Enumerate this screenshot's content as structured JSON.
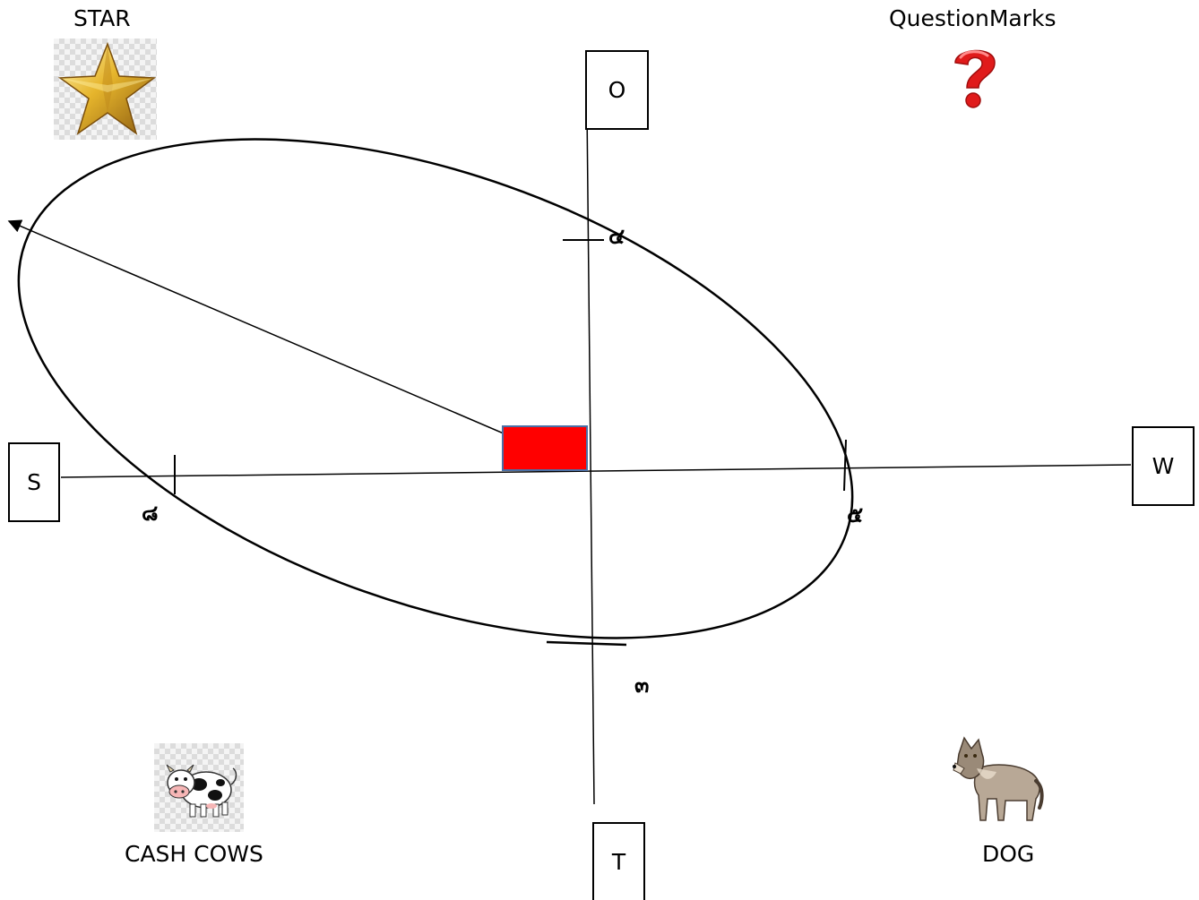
{
  "quadrants": {
    "star": "STAR",
    "question_marks": "QuestionMarks",
    "cash_cows": "CASH COWS",
    "dog": "DOG"
  },
  "axis_boxes": {
    "top": "O",
    "bottom": "T",
    "left": "S",
    "right": "W"
  },
  "tick_labels": {
    "top": "๔",
    "right": "๕",
    "bottom": "๓",
    "left": "๘"
  },
  "icons": {
    "star": "star-icon",
    "question_marks": "question-mark-icon",
    "cash_cows": "cow-icon",
    "dog": "wolf-icon"
  },
  "colors": {
    "center_marker": "#ff0000",
    "center_marker_border": "#4a6fa5",
    "star_gold": "#d9a521",
    "question_red": "#e01b1b"
  }
}
